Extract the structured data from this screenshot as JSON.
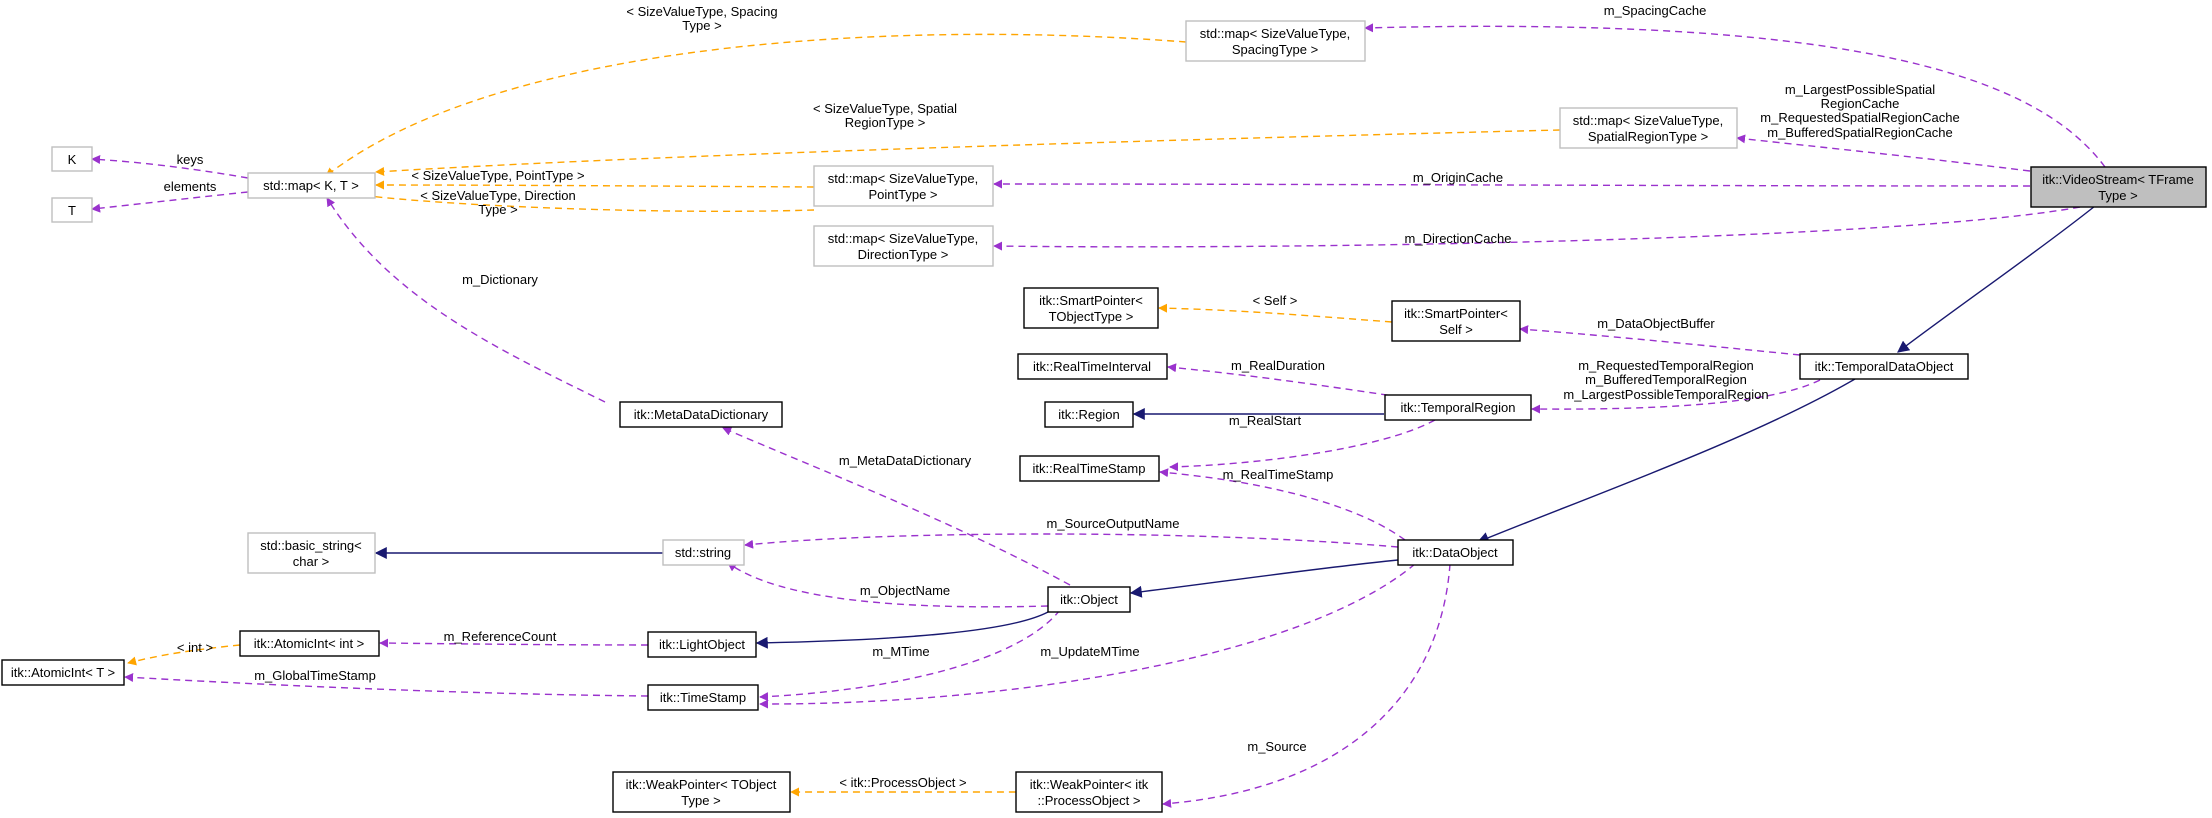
{
  "nodes": {
    "video_stream": {
      "lines": [
        "itk::VideoStream< TFrame",
        "Type >"
      ]
    },
    "map_spacing": {
      "lines": [
        "std::map< SizeValueType,",
        "SpacingType >"
      ]
    },
    "map_spatial_region": {
      "lines": [
        "std::map< SizeValueType,",
        "SpatialRegionType >"
      ]
    },
    "map_point": {
      "lines": [
        "std::map< SizeValueType,",
        "PointType >"
      ]
    },
    "map_direction": {
      "lines": [
        "std::map< SizeValueType,",
        "DirectionType >"
      ]
    },
    "std_map_kt": {
      "lines": [
        "std::map< K, T >"
      ]
    },
    "k": {
      "lines": [
        "K"
      ]
    },
    "t": {
      "lines": [
        "T"
      ]
    },
    "smartptr_tobj": {
      "lines": [
        "itk::SmartPointer<",
        "TObjectType >"
      ]
    },
    "smartptr_self": {
      "lines": [
        "itk::SmartPointer<",
        "Self >"
      ]
    },
    "temporal_data_object": {
      "lines": [
        "itk::TemporalDataObject"
      ]
    },
    "real_time_interval": {
      "lines": [
        "itk::RealTimeInterval"
      ]
    },
    "region": {
      "lines": [
        "itk::Region"
      ]
    },
    "temporal_region": {
      "lines": [
        "itk::TemporalRegion"
      ]
    },
    "real_time_stamp": {
      "lines": [
        "itk::RealTimeStamp"
      ]
    },
    "metadata_dictionary": {
      "lines": [
        "itk::MetaDataDictionary"
      ]
    },
    "basic_string": {
      "lines": [
        "std::basic_string<",
        "char >"
      ]
    },
    "std_string": {
      "lines": [
        "std::string"
      ]
    },
    "data_object": {
      "lines": [
        "itk::DataObject"
      ]
    },
    "itk_object": {
      "lines": [
        "itk::Object"
      ]
    },
    "atomic_int_int": {
      "lines": [
        "itk::AtomicInt< int >"
      ]
    },
    "light_object": {
      "lines": [
        "itk::LightObject"
      ]
    },
    "atomic_int_t": {
      "lines": [
        "itk::AtomicInt< T >"
      ]
    },
    "time_stamp": {
      "lines": [
        "itk::TimeStamp"
      ]
    },
    "weakptr_tobj": {
      "lines": [
        "itk::WeakPointer< TObject",
        "Type >"
      ]
    },
    "weakptr_process": {
      "lines": [
        "itk::WeakPointer< itk",
        "::ProcessObject >"
      ]
    }
  },
  "edge_labels": {
    "spacing_type": [
      "< SizeValueType, Spacing",
      "Type >"
    ],
    "spatial_region_type": [
      "< SizeValueType, Spatial",
      "RegionType >"
    ],
    "point_type": [
      "< SizeValueType, PointType >"
    ],
    "direction_type": [
      "< SizeValueType, Direction",
      "Type >"
    ],
    "keys": [
      "keys"
    ],
    "elements": [
      "elements"
    ],
    "m_spacing_cache": [
      "m_SpacingCache"
    ],
    "spatial_region_caches": [
      "m_LargestPossibleSpatial",
      "RegionCache",
      "m_RequestedSpatialRegionCache",
      "m_BufferedSpatialRegionCache"
    ],
    "m_origin_cache": [
      "m_OriginCache"
    ],
    "m_direction_cache": [
      "m_DirectionCache"
    ],
    "m_dictionary": [
      "m_Dictionary"
    ],
    "self": [
      "< Self >"
    ],
    "m_data_object_buffer": [
      "m_DataObjectBuffer"
    ],
    "m_real_duration": [
      "m_RealDuration"
    ],
    "temporal_regions": [
      "m_RequestedTemporalRegion",
      "m_BufferedTemporalRegion",
      "m_LargestPossibleTemporalRegion"
    ],
    "m_real_start": [
      "m_RealStart"
    ],
    "m_real_time_stamp": [
      "m_RealTimeStamp"
    ],
    "m_metadata_dictionary": [
      "m_MetaDataDictionary"
    ],
    "m_source_output_name": [
      "m_SourceOutputName"
    ],
    "m_object_name": [
      "m_ObjectName"
    ],
    "int": [
      "< int >"
    ],
    "m_reference_count": [
      "m_ReferenceCount"
    ],
    "m_mtime": [
      "m_MTime"
    ],
    "m_update_mtime": [
      "m_UpdateMTime"
    ],
    "m_global_time_stamp": [
      "m_GlobalTimeStamp"
    ],
    "m_source": [
      "m_Source"
    ],
    "process_object": [
      "< itk::ProcessObject >"
    ]
  },
  "colors": {
    "usage_edge": "#9a32cd",
    "template_edge": "#ffa500",
    "inheritance_edge": "#191970",
    "grey_border": "#bfbfbf",
    "highlight_fill": "#bfbfbf"
  }
}
